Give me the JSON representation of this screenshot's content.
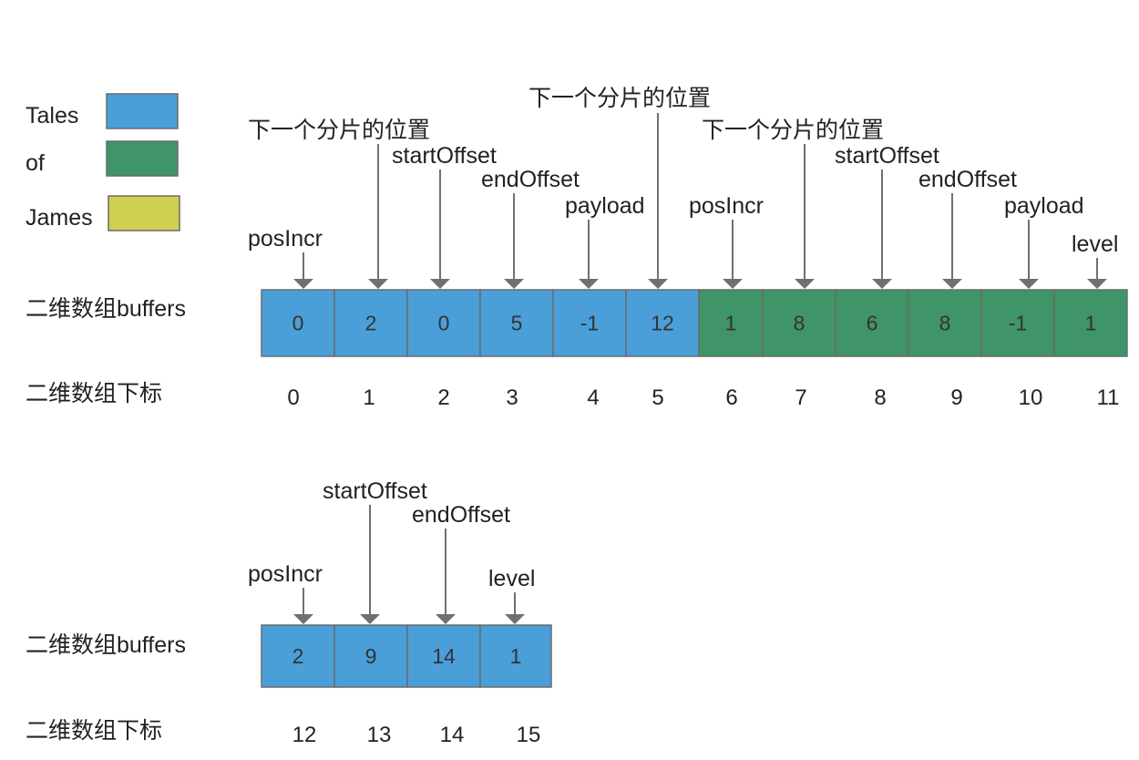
{
  "colors": {
    "tales": "#4a9fd8",
    "of": "#3f9468",
    "james": "#cfcf52",
    "arrow": "#707070",
    "border": "#6b6b6b"
  },
  "legend": [
    {
      "label": "Tales",
      "color_key": "tales"
    },
    {
      "label": "of",
      "color_key": "of"
    },
    {
      "label": "James",
      "color_key": "james"
    }
  ],
  "rows": [
    {
      "buffers_label": "二维数组buffers",
      "index_label": "二维数组下标",
      "cells": [
        {
          "value": "0",
          "index": "0",
          "color_key": "tales"
        },
        {
          "value": "2",
          "index": "1",
          "color_key": "tales"
        },
        {
          "value": "0",
          "index": "2",
          "color_key": "tales"
        },
        {
          "value": "5",
          "index": "3",
          "color_key": "tales"
        },
        {
          "value": "-1",
          "index": "4",
          "color_key": "tales"
        },
        {
          "value": "12",
          "index": "5",
          "color_key": "tales"
        },
        {
          "value": "1",
          "index": "6",
          "color_key": "of"
        },
        {
          "value": "8",
          "index": "7",
          "color_key": "of"
        },
        {
          "value": "6",
          "index": "8",
          "color_key": "of"
        },
        {
          "value": "8",
          "index": "9",
          "color_key": "of"
        },
        {
          "value": "-1",
          "index": "10",
          "color_key": "of"
        },
        {
          "value": "1",
          "index": "11",
          "color_key": "of"
        }
      ],
      "annotations": [
        {
          "text": "posIncr",
          "cell": 0
        },
        {
          "text": "下一个分片的位置",
          "cell": 1
        },
        {
          "text": "startOffset",
          "cell": 2
        },
        {
          "text": "endOffset",
          "cell": 3
        },
        {
          "text": "payload",
          "cell": 4
        },
        {
          "text": "下一个分片的位置",
          "cell": 5
        },
        {
          "text": "posIncr",
          "cell": 6
        },
        {
          "text": "下一个分片的位置",
          "cell": 7
        },
        {
          "text": "startOffset",
          "cell": 8
        },
        {
          "text": "endOffset",
          "cell": 9
        },
        {
          "text": "payload",
          "cell": 10
        },
        {
          "text": "level",
          "cell": 11
        }
      ]
    },
    {
      "buffers_label": "二维数组buffers",
      "index_label": "二维数组下标",
      "cells": [
        {
          "value": "2",
          "index": "12",
          "color_key": "tales"
        },
        {
          "value": "9",
          "index": "13",
          "color_key": "tales"
        },
        {
          "value": "14",
          "index": "14",
          "color_key": "tales"
        },
        {
          "value": "1",
          "index": "15",
          "color_key": "tales"
        }
      ],
      "annotations": [
        {
          "text": "posIncr",
          "cell": 0
        },
        {
          "text": "startOffset",
          "cell": 1
        },
        {
          "text": "endOffset",
          "cell": 2
        },
        {
          "text": "level",
          "cell": 3
        }
      ]
    }
  ]
}
